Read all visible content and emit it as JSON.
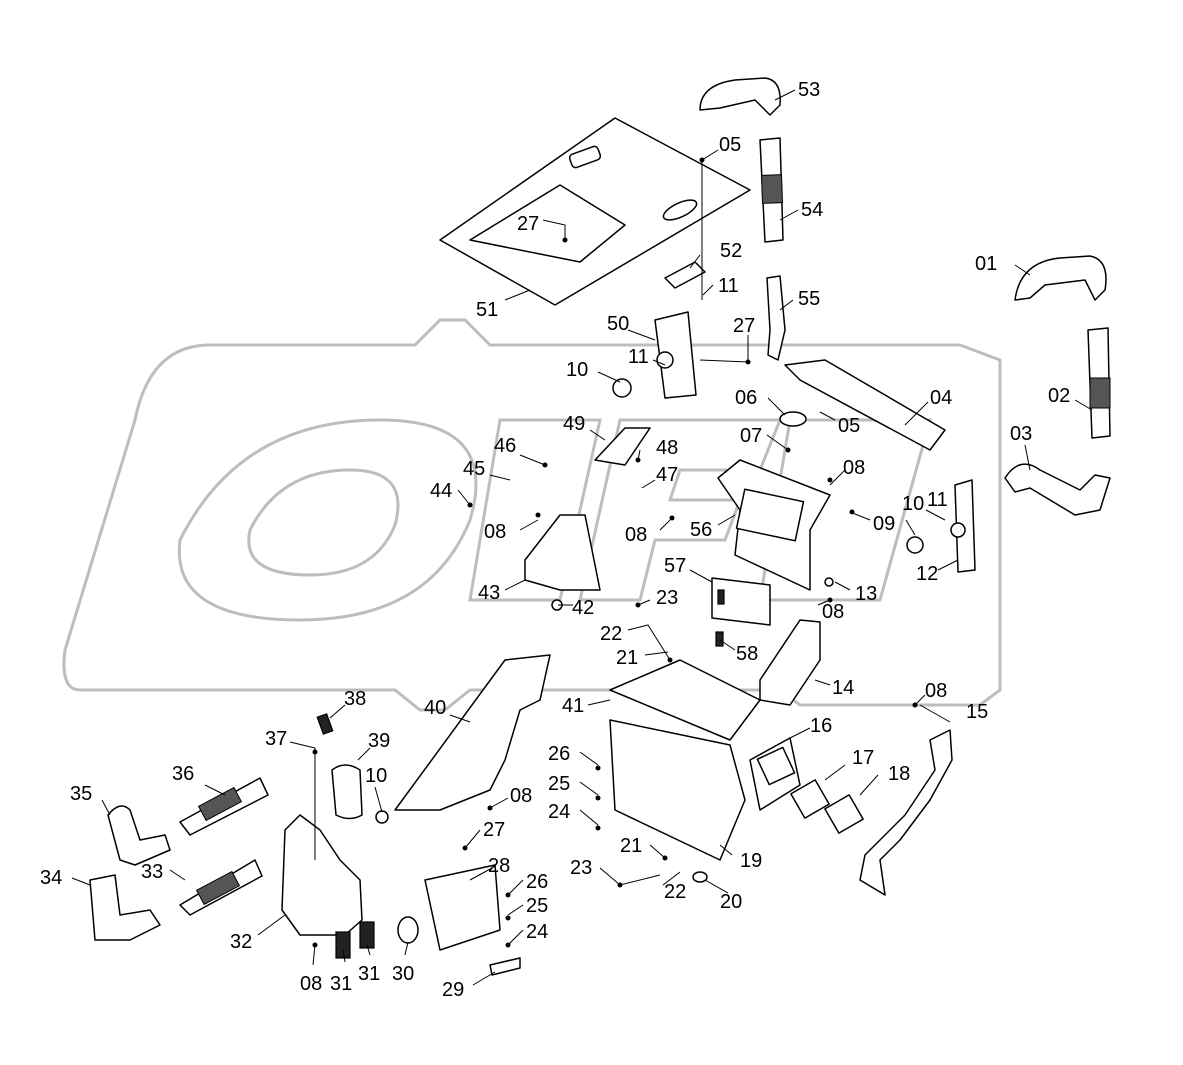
{
  "watermark": "OPEX",
  "part_labels": [
    {
      "id": "p53",
      "text": "53"
    },
    {
      "id": "p05a",
      "text": "05"
    },
    {
      "id": "p54",
      "text": "54"
    },
    {
      "id": "p27a",
      "text": "27"
    },
    {
      "id": "p52",
      "text": "52"
    },
    {
      "id": "p11a",
      "text": "11"
    },
    {
      "id": "p01",
      "text": "01"
    },
    {
      "id": "p55",
      "text": "55"
    },
    {
      "id": "p51",
      "text": "51"
    },
    {
      "id": "p50",
      "text": "50"
    },
    {
      "id": "p27b",
      "text": "27"
    },
    {
      "id": "p11b",
      "text": "11"
    },
    {
      "id": "p10a",
      "text": "10"
    },
    {
      "id": "p06",
      "text": "06"
    },
    {
      "id": "p04",
      "text": "04"
    },
    {
      "id": "p02",
      "text": "02"
    },
    {
      "id": "p07",
      "text": "07"
    },
    {
      "id": "p05b",
      "text": "05"
    },
    {
      "id": "p49",
      "text": "49"
    },
    {
      "id": "p03",
      "text": "03"
    },
    {
      "id": "p46",
      "text": "46"
    },
    {
      "id": "p48",
      "text": "48"
    },
    {
      "id": "p45",
      "text": "45"
    },
    {
      "id": "p47",
      "text": "47"
    },
    {
      "id": "p08a",
      "text": "08"
    },
    {
      "id": "p44",
      "text": "44"
    },
    {
      "id": "p10b",
      "text": "10"
    },
    {
      "id": "p11c",
      "text": "11"
    },
    {
      "id": "p08b",
      "text": "08"
    },
    {
      "id": "p08c",
      "text": "08"
    },
    {
      "id": "p56",
      "text": "56"
    },
    {
      "id": "p09",
      "text": "09"
    },
    {
      "id": "p12",
      "text": "12"
    },
    {
      "id": "p57",
      "text": "57"
    },
    {
      "id": "p43",
      "text": "43"
    },
    {
      "id": "p42",
      "text": "42"
    },
    {
      "id": "p23a",
      "text": "23"
    },
    {
      "id": "p13",
      "text": "13"
    },
    {
      "id": "p08d",
      "text": "08"
    },
    {
      "id": "p22a",
      "text": "22"
    },
    {
      "id": "p21a",
      "text": "21"
    },
    {
      "id": "p58",
      "text": "58"
    },
    {
      "id": "p14",
      "text": "14"
    },
    {
      "id": "p38",
      "text": "38"
    },
    {
      "id": "p40",
      "text": "40"
    },
    {
      "id": "p41",
      "text": "41"
    },
    {
      "id": "p08e",
      "text": "08"
    },
    {
      "id": "p15",
      "text": "15"
    },
    {
      "id": "p37",
      "text": "37"
    },
    {
      "id": "p39",
      "text": "39"
    },
    {
      "id": "p16",
      "text": "16"
    },
    {
      "id": "p36",
      "text": "36"
    },
    {
      "id": "p10c",
      "text": "10"
    },
    {
      "id": "p26a",
      "text": "26"
    },
    {
      "id": "p17",
      "text": "17"
    },
    {
      "id": "p18",
      "text": "18"
    },
    {
      "id": "p35",
      "text": "35"
    },
    {
      "id": "p25a",
      "text": "25"
    },
    {
      "id": "p08f",
      "text": "08"
    },
    {
      "id": "p24a",
      "text": "24"
    },
    {
      "id": "p27c",
      "text": "27"
    },
    {
      "id": "p21b",
      "text": "21"
    },
    {
      "id": "p19",
      "text": "19"
    },
    {
      "id": "p33",
      "text": "33"
    },
    {
      "id": "p28",
      "text": "28"
    },
    {
      "id": "p34",
      "text": "34"
    },
    {
      "id": "p23b",
      "text": "23"
    },
    {
      "id": "p22b",
      "text": "22"
    },
    {
      "id": "p26b",
      "text": "26"
    },
    {
      "id": "p20",
      "text": "20"
    },
    {
      "id": "p25b",
      "text": "25"
    },
    {
      "id": "p24b",
      "text": "24"
    },
    {
      "id": "p32",
      "text": "32"
    },
    {
      "id": "p30",
      "text": "30"
    },
    {
      "id": "p31a",
      "text": "31"
    },
    {
      "id": "p31b",
      "text": "31"
    },
    {
      "id": "p08g",
      "text": "08"
    },
    {
      "id": "p29",
      "text": "29"
    }
  ]
}
